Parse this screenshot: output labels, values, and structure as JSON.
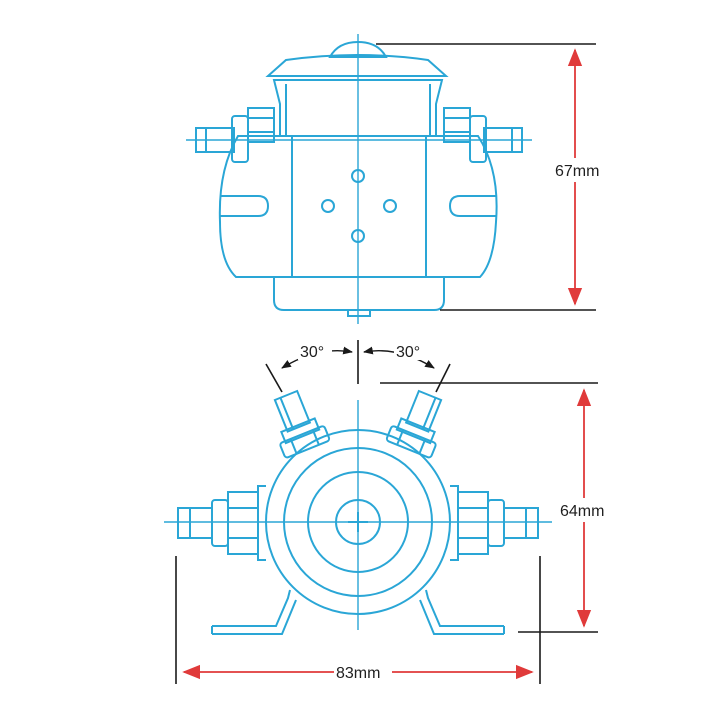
{
  "drawing": {
    "line_color": "#2aa6d6",
    "dim_color": "#1a1a1a",
    "arrow_color": "#e03a3a",
    "height_top": "67mm",
    "height_bottom": "64mm",
    "width_bottom": "83mm",
    "angle_left": "30°",
    "angle_right": "30°"
  }
}
